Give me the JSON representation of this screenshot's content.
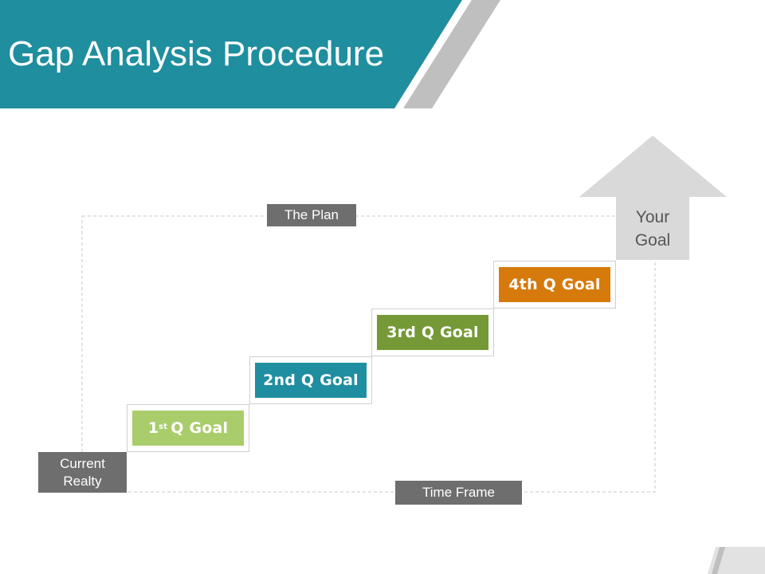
{
  "title": "Gap Analysis Procedure",
  "labels": {
    "plan": "The Plan",
    "current_realty_line1": "Current",
    "current_realty_line2": "Realty",
    "time_frame": "Time Frame",
    "your_goal_line1": "Your",
    "your_goal_line2": "Goal"
  },
  "steps": [
    {
      "prefix": "1",
      "sup": "st",
      "text": "Q Goal",
      "color": "#a9cd6b"
    },
    {
      "prefix": "",
      "sup": "",
      "text": "2nd Q Goal",
      "color": "#1f8ea0"
    },
    {
      "prefix": "",
      "sup": "",
      "text": "3rd Q Goal",
      "color": "#759936"
    },
    {
      "prefix": "",
      "sup": "",
      "text": "4th Q Goal",
      "color": "#d67a0c"
    }
  ],
  "colors": {
    "header": "#1f8e9e",
    "label_box": "#6e6e6e",
    "arrow": "#d9d9d9",
    "stripe": "#bfbfbf"
  }
}
